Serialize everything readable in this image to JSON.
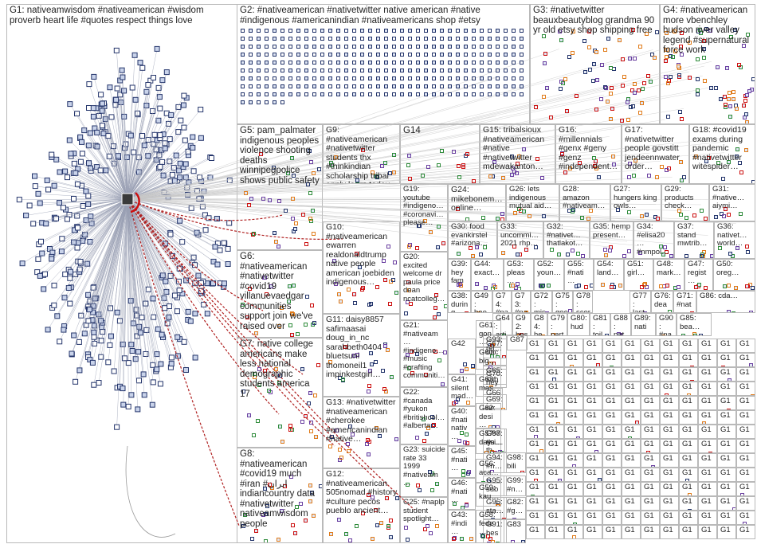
{
  "colors": {
    "border": "#b9b9b9",
    "edge_main": "#9aa0b4",
    "edge_red": "#b02020",
    "node_blue": "#24356b",
    "node_green": "#2e8b3a",
    "node_purple": "#6a3fa0",
    "node_orange": "#e07b1a",
    "node_red": "#cc1010"
  },
  "groups": [
    {
      "id": "G1",
      "label": "G1: nativeamwisdom #nativeamerican #wisdom proverb heart life #quotes respect things love"
    },
    {
      "id": "G2",
      "label": "G2: #nativeamerican #nativetwitter native american #native #indigenous #americanindian #nativeamericans shop #etsy"
    },
    {
      "id": "G3",
      "label": "G3: #nativetwitter beauxbeautyblog grandma 90 yr old etsy shop shipping free"
    },
    {
      "id": "G4",
      "label": "G4: #nativeamerican more vbenchley hudson river valley legend #supernatural force work"
    },
    {
      "id": "G5",
      "label": "G5: pam_palmater indigenous peoples violence shooting deaths winnipegpolice shows public safety"
    },
    {
      "id": "G9",
      "label": "G9: #nativeamerican #nativetwitter students thx #thinkindian scholarship tribal apply learn today"
    },
    {
      "id": "G14",
      "label": "G14"
    },
    {
      "id": "G15",
      "label": "G15: tribalsioux #nativeamerican #native #nativetwitter mdewakanton…"
    },
    {
      "id": "G16",
      "label": "G16: #millennials #genx #geny #genz #independent…"
    },
    {
      "id": "G17",
      "label": "G17: #nativetwitter people govstitt jendeennwater order…"
    },
    {
      "id": "G18",
      "label": "G18: #covid19 exams during pandemic #nativetwitter witespider…"
    },
    {
      "id": "G19",
      "label": "G19: youtube #indigeno… #coronavi… please…"
    },
    {
      "id": "G24",
      "label": "G24: mikebonem… online…"
    },
    {
      "id": "G26",
      "label": "G26: lets indigenous mutual aid…"
    },
    {
      "id": "G28",
      "label": "G28: amazon #nativeam…"
    },
    {
      "id": "G27",
      "label": "G27: hungers king owls…"
    },
    {
      "id": "G29",
      "label": "G29: products check…"
    },
    {
      "id": "G31",
      "label": "G31: #native… aiymi…"
    },
    {
      "id": "G6",
      "label": "G6: #nativeamerican #nativetwitter #covid19 villanuevaedgar communities support join we've raised over"
    },
    {
      "id": "G10",
      "label": "G10: #nativeamerican ewarren realdonaldtrump native people american joebiden indigenous…"
    },
    {
      "id": "G20",
      "label": "G20: excited welcome dr paula price dean ncatcolleg…"
    },
    {
      "id": "G30",
      "label": "G30: food evankirstel #arizona…"
    },
    {
      "id": "G33",
      "label": "G33: uncommi… 2021 rhp…"
    },
    {
      "id": "G32",
      "label": "G32: #nativet… thatlakot…"
    },
    {
      "id": "G35",
      "label": "G35: hemp present…"
    },
    {
      "id": "G34",
      "label": "G34: #elisa20… #nmpol…"
    },
    {
      "id": "G37",
      "label": "G37: stand mwtrib…"
    },
    {
      "id": "G36",
      "label": "G36: nativet… world…"
    },
    {
      "id": "G7",
      "label": "G7: native college americans make less national demographic students america 17"
    },
    {
      "id": "G11",
      "label": "G11: daisy8857 safimaasai doug_in_nc sarahbeth0404 bluetsuni thomoneil1 impinkestgirl…"
    },
    {
      "id": "G21",
      "label": "G21: #nativeam… #indigeno… #music #crafting communiti…"
    },
    {
      "id": "G13",
      "label": "G13: #nativetwitter #nativeamerican #cherokee #americanindian #native…"
    },
    {
      "id": "G22",
      "label": "G22: #canada #yukon #britishcol… #alberta…"
    },
    {
      "id": "G8",
      "label": "G8: #nativeamerican #covid19 much #iran #ایران indiancountry data #nativetwitter nativeamwisdom people"
    },
    {
      "id": "G12",
      "label": "G12: #nativeamerican 505nomad #history #culture pecos pueblo ancient…"
    },
    {
      "id": "G23",
      "label": "G23: suicide rate 33 1999 #nativeam…"
    },
    {
      "id": "G25",
      "label": "G25: #naplp student spotlight…"
    }
  ],
  "small_groups": [
    {
      "id": "G39",
      "label": "G39: hey fam…"
    },
    {
      "id": "G44",
      "label": "G44: exact…"
    },
    {
      "id": "G53",
      "label": "G53: pleas…"
    },
    {
      "id": "G52",
      "label": "G52: youn…"
    },
    {
      "id": "G55",
      "label": "G55: #nati…"
    },
    {
      "id": "G54",
      "label": "G54: land…"
    },
    {
      "id": "G51",
      "label": "G51: girl…"
    },
    {
      "id": "G48",
      "label": "G48: mark…"
    },
    {
      "id": "G47",
      "label": "G47: regist…"
    },
    {
      "id": "G50",
      "label": "G50: oreg…"
    },
    {
      "id": "G38",
      "label": "G38: during pand…"
    },
    {
      "id": "G49",
      "label": "G49: boo…"
    },
    {
      "id": "G74",
      "label": "G74: #nat…"
    },
    {
      "id": "G73",
      "label": "G73: #nat…"
    },
    {
      "id": "G72",
      "label": "G72: mis…"
    },
    {
      "id": "G75",
      "label": "G75: goo…"
    },
    {
      "id": "G78",
      "label": "G78: scor…"
    },
    {
      "id": "G77",
      "label": "G77: last…"
    },
    {
      "id": "G76",
      "label": "G76: dea…"
    },
    {
      "id": "G71",
      "label": "G71: #nat…"
    },
    {
      "id": "G86",
      "label": "G86: cda…"
    },
    {
      "id": "G64",
      "label": "G64: arti…"
    },
    {
      "id": "G92",
      "label": "G92: bes…"
    },
    {
      "id": "G84",
      "label": "G84: hea…"
    },
    {
      "id": "G79",
      "label": "G79: part…"
    },
    {
      "id": "G80",
      "label": "G80: hud…"
    },
    {
      "id": "G81",
      "label": "G81: toil…"
    },
    {
      "id": "G88",
      "label": "G88: pat…"
    },
    {
      "id": "G89",
      "label": "G89: nati…"
    },
    {
      "id": "G90",
      "label": "G90: #na…"
    },
    {
      "id": "G85",
      "label": "G85: bea…"
    },
    {
      "id": "G42",
      "label": "G42"
    },
    {
      "id": "G61",
      "label": "G61: gon…"
    },
    {
      "id": "G67",
      "label": "G67: onc…"
    },
    {
      "id": "G93",
      "label": "G93: rel…"
    },
    {
      "id": "G87",
      "label": "G87"
    },
    {
      "id": "G60",
      "label": "G60: big…"
    },
    {
      "id": "G65",
      "label": "G65: sub…"
    },
    {
      "id": "G41",
      "label": "G41: silent mad…"
    },
    {
      "id": "G63",
      "label": "G63: mas…"
    },
    {
      "id": "G70",
      "label": "G70: hey…"
    },
    {
      "id": "G66",
      "label": "G66: bo…"
    },
    {
      "id": "G69",
      "label": "G69: ne…"
    },
    {
      "id": "G40",
      "label": "G40: #nati nativ…"
    },
    {
      "id": "G62",
      "label": "G62: desi…"
    },
    {
      "id": "G68",
      "label": "G68: usi…"
    },
    {
      "id": "G57",
      "label": "G57: day…"
    },
    {
      "id": "G97",
      "label": "G97: #n… th…"
    },
    {
      "id": "G45",
      "label": "G45: #nati…"
    },
    {
      "id": "G56",
      "label": "G56: aca…"
    },
    {
      "id": "G94",
      "label": "G94: #n…"
    },
    {
      "id": "G98",
      "label": "G98: bili…"
    },
    {
      "id": "G46",
      "label": "G46: #nati…"
    },
    {
      "id": "G59",
      "label": "G59: kau…"
    },
    {
      "id": "G95",
      "label": "G95: sub…"
    },
    {
      "id": "G99",
      "label": "G99: #n…"
    },
    {
      "id": "G96",
      "label": "G96: sta…"
    },
    {
      "id": "G82",
      "label": "G82: #g…"
    },
    {
      "id": "G43",
      "label": "G43: #indi…"
    },
    {
      "id": "G58",
      "label": "G58: fede…"
    },
    {
      "id": "G91",
      "label": "G91: bes…"
    },
    {
      "id": "G83",
      "label": "G83"
    }
  ],
  "tiny_label": "G1…"
}
